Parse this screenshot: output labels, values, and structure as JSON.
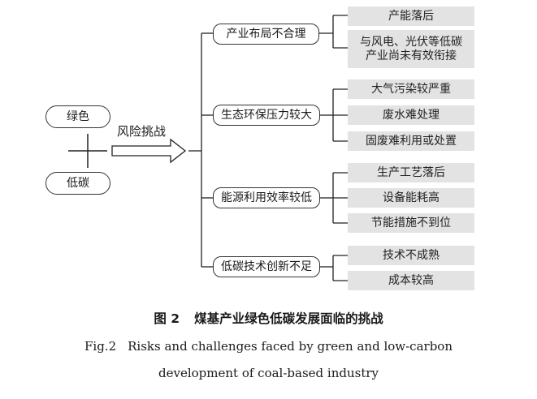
{
  "left": {
    "top_pill": "绿色",
    "bottom_pill": "低碳",
    "arrow_label": "风险挑战"
  },
  "categories": [
    {
      "label": "产业布局不合理",
      "items": [
        "产能落后",
        "与风电、光伏等低碳\n产业尚未有效衔接"
      ]
    },
    {
      "label": "生态环保压力较大",
      "items": [
        "大气污染较严重",
        "废水难处理",
        "固废难利用或处置"
      ]
    },
    {
      "label": "能源利用效率较低",
      "items": [
        "生产工艺落后",
        "设备能耗高",
        "节能措施不到位"
      ]
    },
    {
      "label": "低碳技术创新不足",
      "items": [
        "技术不成熟",
        "成本较高"
      ]
    }
  ],
  "caption": {
    "cn_number": "图 2",
    "cn_text": "煤基产业绿色低碳发展面临的挑战",
    "en_number": "Fig.2",
    "en_line1": "Risks and challenges faced by green and low-carbon",
    "en_line2": "development of coal-based industry"
  }
}
